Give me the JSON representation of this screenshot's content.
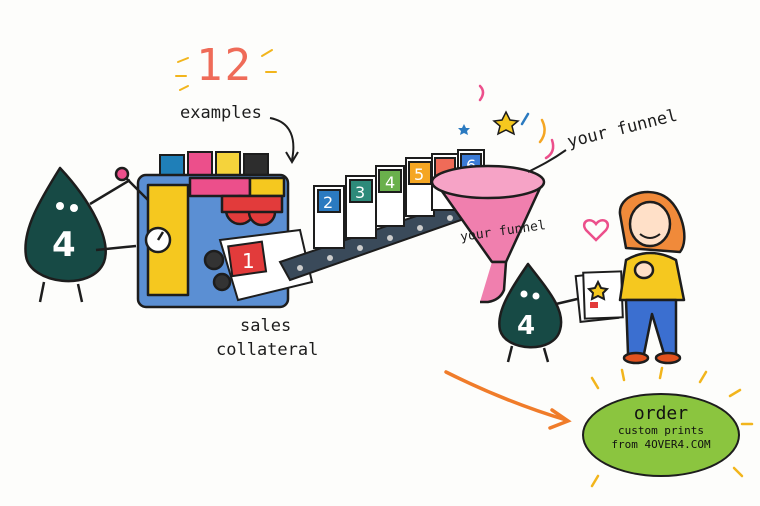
{
  "headline": {
    "number": "12",
    "label": "examples"
  },
  "labels": {
    "funnel_callout": "your funnel",
    "funnel_body": "your funnel",
    "collateral_line1": "sales",
    "collateral_line2": "collateral"
  },
  "mascot": {
    "badge": "4"
  },
  "pages": [
    "1",
    "2",
    "3",
    "4",
    "5",
    "6"
  ],
  "cta": {
    "title": "order",
    "line1": "custom prints",
    "line2": "from 4OVER4.COM"
  },
  "colors": {
    "mascot": "#174a45",
    "machine": "#5b8fd3",
    "funnel": "#f07fae",
    "cta": "#8bc53f",
    "arrow": "#f07c2a",
    "accent_red": "#ef6b58"
  },
  "icons": [
    "ink-drop-mascot-icon",
    "printing-press-icon",
    "conveyor-belt-icon",
    "funnel-icon",
    "person-icon",
    "heart-icon",
    "star-icon"
  ]
}
